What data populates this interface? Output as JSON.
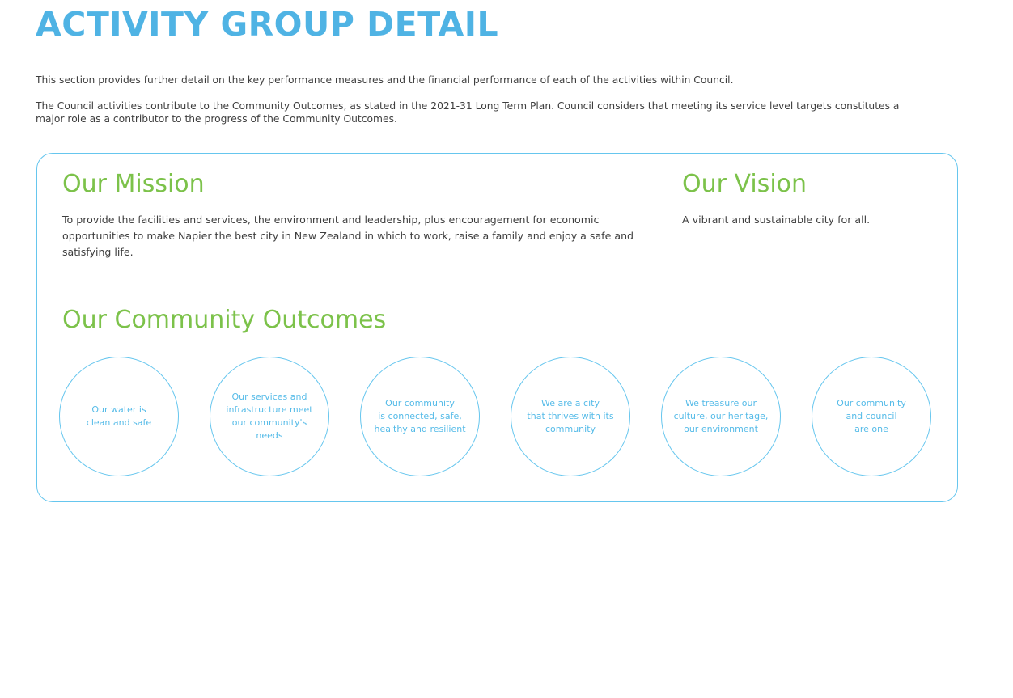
{
  "page": {
    "title": "ACTIVITY GROUP DETAIL",
    "intro_1": "This section provides further detail on the key performance measures and the financial performance of each of the activities within Council.",
    "intro_2": "The Council activities contribute to the Community Outcomes, as stated in the 2021-31 Long Term Plan. Council considers that meeting its service level targets constitutes a major role as a contributor to the progress of the Community Outcomes."
  },
  "mission": {
    "heading": "Our Mission",
    "text": "To provide the facilities and services, the environment and leadership, plus encouragement for economic opportunities to make Napier the best city in New Zealand in which to work, raise a family and enjoy a safe and satisfying life."
  },
  "vision": {
    "heading": "Our Vision",
    "text": "A vibrant and sustainable city for all."
  },
  "outcomes": {
    "heading": "Our Community Outcomes",
    "items": [
      "Our water is\nclean and safe",
      "Our services and\ninfrastructure meet\nour community's\nneeds",
      "Our community\nis connected, safe,\nhealthy and resilient",
      "We are a city\nthat thrives with its\ncommunity",
      "We treasure our\nculture, our heritage,\nour environment",
      "Our community\nand council\nare one"
    ]
  },
  "colors": {
    "title_blue": "#4fb3e4",
    "heading_green": "#7cc24a",
    "line_blue": "#66c6ee"
  }
}
